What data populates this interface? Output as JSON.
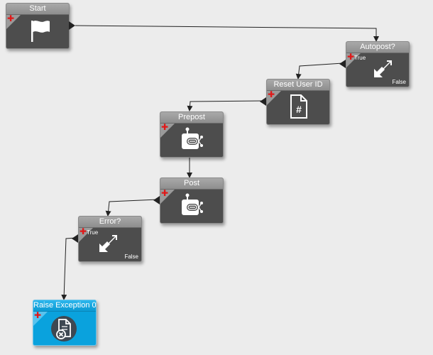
{
  "workflow": {
    "nodes": [
      {
        "id": "start",
        "label": "Start",
        "icon": "flag-icon"
      },
      {
        "id": "autopost",
        "label": "Autopost?",
        "icon": "decision-arrows-icon",
        "true_label": "True",
        "false_label": "False"
      },
      {
        "id": "reset_user_id",
        "label": "Reset User ID",
        "icon": "hash-document-icon"
      },
      {
        "id": "prepost",
        "label": "Prepost",
        "icon": "robot-plugin-icon"
      },
      {
        "id": "post",
        "label": "Post",
        "icon": "robot-plugin-icon"
      },
      {
        "id": "error",
        "label": "Error?",
        "icon": "decision-arrows-icon",
        "true_label": "True",
        "false_label": "False"
      },
      {
        "id": "raise_exception",
        "label": "Raise Exception 0",
        "icon": "document-error-icon"
      }
    ],
    "colors": {
      "canvas": "#ececec",
      "node_body": "#4d4d4d",
      "node_header": "#9c9c9c",
      "active_node": "#0aa2dd",
      "add_marker": "#e01818",
      "wire": "#222222"
    }
  }
}
